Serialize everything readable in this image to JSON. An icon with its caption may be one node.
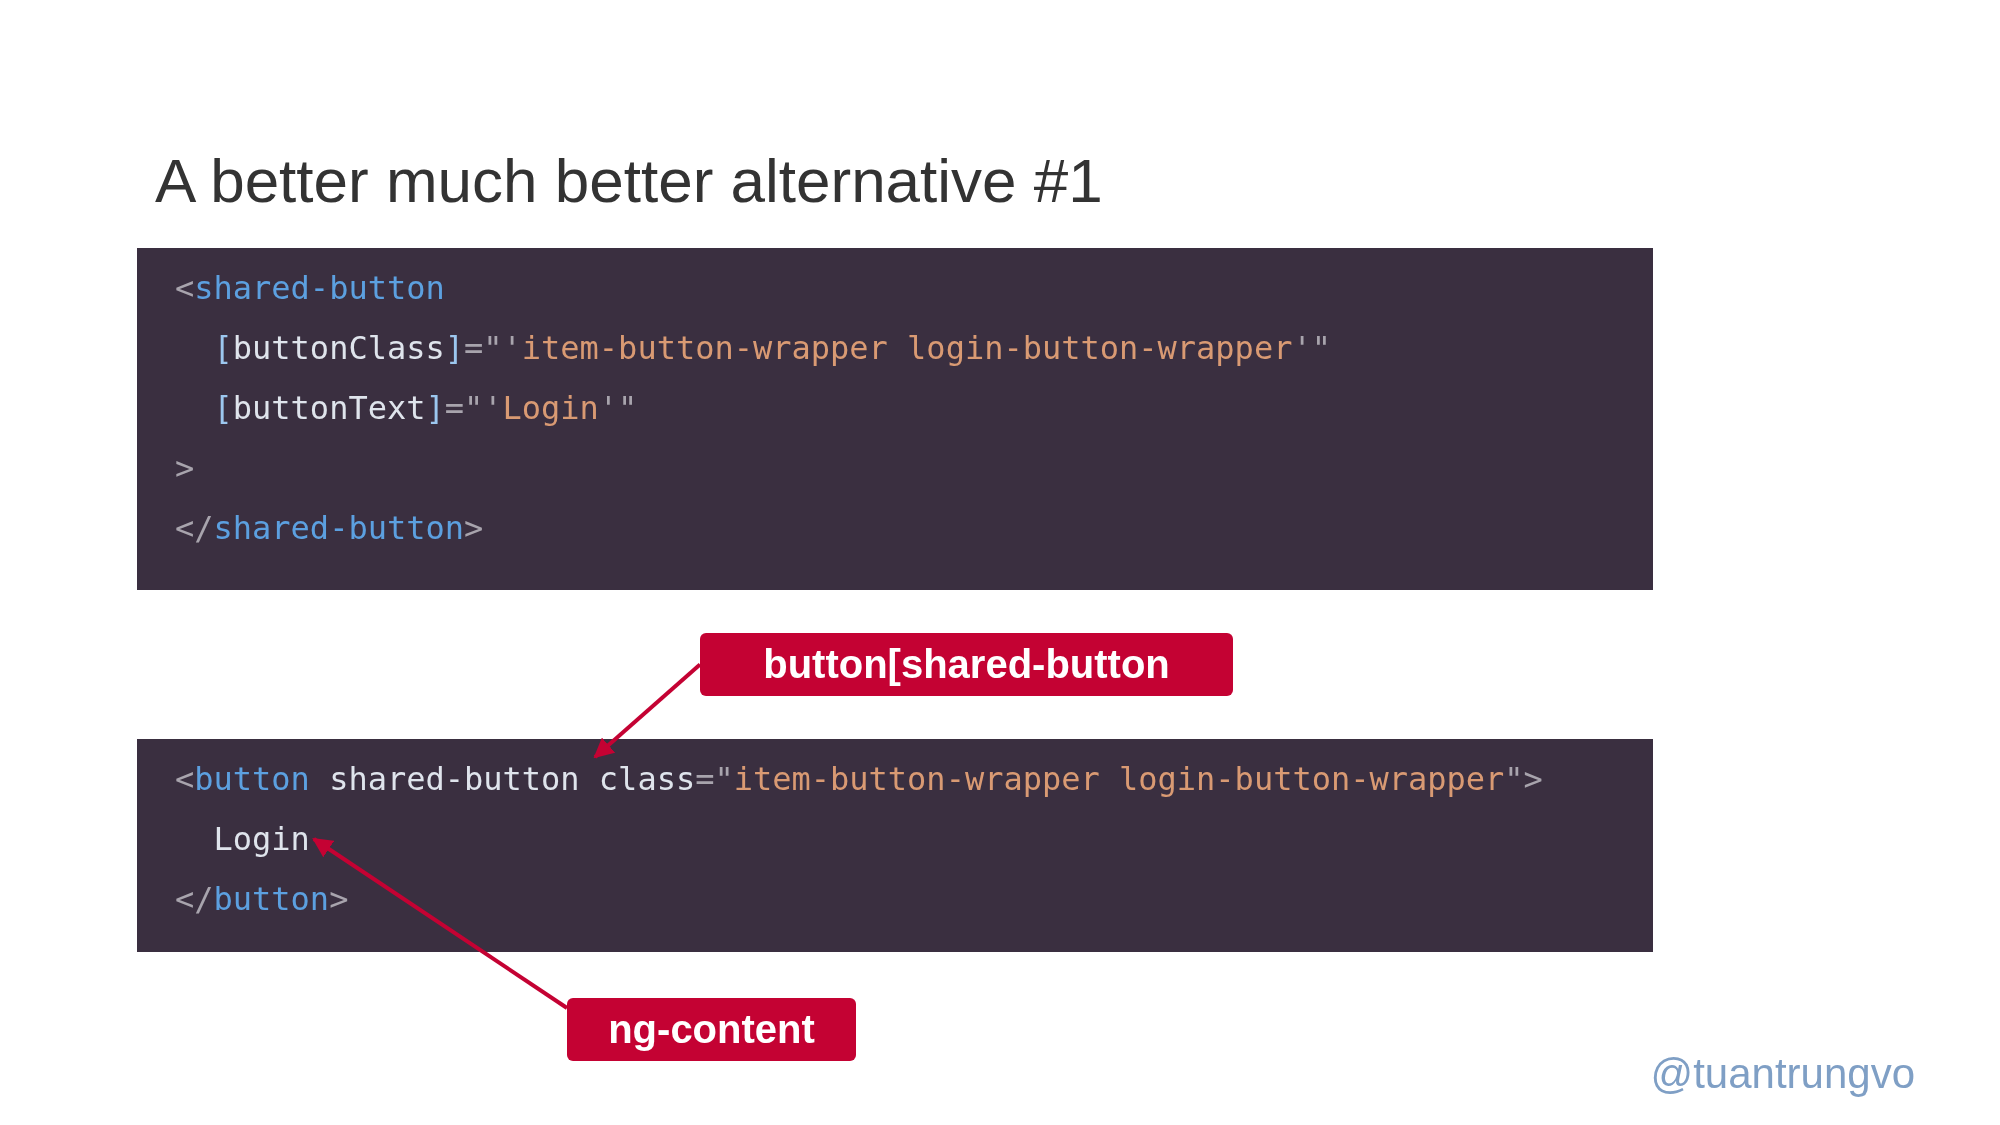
{
  "diagram": {
    "title": "A better much better alternative #1",
    "nodes": [
      {
        "text": [
          "<shared-button",
          "  [buttonClass]=\"'item-button-wrapper login-button-wrapper'\"",
          "  [buttonText]=\"'Login'\"",
          ">",
          "</shared-button>"
        ]
      },
      {
        "text": [],
        "shape": "box"
      },
      {
        "text": [
          "<button shared-button class=\"item-button-wrapper login-button-wrapper\">"
        ],
        "in": 1
      },
      {
        "text": [
          "  Login"
        ],
        "in": 1
      },
      {
        "text": [
          "</button>"
        ],
        "in": 1
      },
      {
        "text": [
          "button[shared-button"
        ]
      },
      {
        "text": [
          "ng-content"
        ]
      }
    ],
    "edges": [
      {
        "from": 5,
        "to": 2,
        "arrow": "to"
      },
      {
        "from": 6,
        "to": 3,
        "arrow": "to"
      }
    ],
    "labels": [
      "@tuantrungvo"
    ]
  }
}
